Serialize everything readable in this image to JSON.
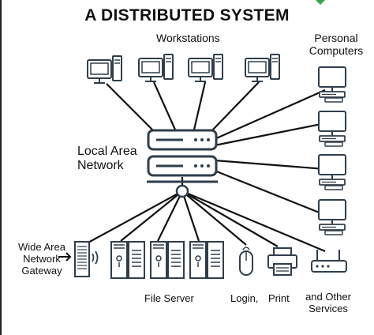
{
  "title": "A DISTRIBUTED SYSTEM",
  "labels": {
    "workstations": "Workstations",
    "personal_computers_line1": "Personal",
    "personal_computers_line2": "Computers",
    "lan_line1": "Local Area",
    "lan_line2": "Network",
    "wan_line1": "Wide Area",
    "wan_line2": "Network",
    "wan_line3": "Gateway",
    "file_server": "File Server",
    "login": "Login,",
    "print": "Print",
    "other_line1": "and Other",
    "other_line2": "Services"
  },
  "colors": {
    "stroke": "#2f3e4c",
    "line": "#111111",
    "accent": "#3aa64a"
  },
  "icons": [
    "workstation-icon",
    "personal-computer-icon",
    "network-switch-icon",
    "gateway-icon",
    "file-server-icon",
    "mouse-icon",
    "printer-icon",
    "router-icon"
  ]
}
